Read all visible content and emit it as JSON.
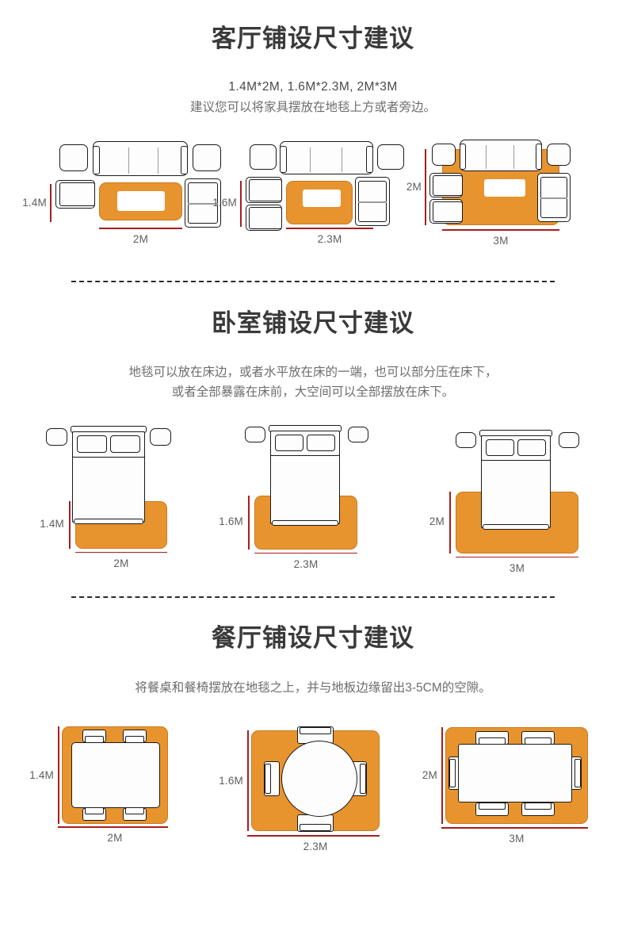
{
  "page": {
    "accent_rug_color": "#E8942E",
    "rug_border_color": "#C77A22",
    "dimension_line_color": "#A81D1D",
    "title_color": "#3a3a3a",
    "body_text_color": "#6d6d6d",
    "furniture_outline_color": "#1a1a1a"
  },
  "sections": [
    {
      "id": "living-room",
      "title": "客厅铺设尺寸建议",
      "subtitle_line1": "1.4M*2M, 1.6M*2.3M, 2M*3M",
      "subtitle_line2": "建议您可以将家具摆放在地毯上方或者旁边。",
      "diagrams": [
        {
          "height_label": "1.4M",
          "width_label": "2M",
          "layout": "rug-beside"
        },
        {
          "height_label": "1.6M",
          "width_label": "2.3M",
          "layout": "rug-beside-two-chairs"
        },
        {
          "height_label": "2M",
          "width_label": "3M",
          "layout": "rug-under-all"
        }
      ]
    },
    {
      "id": "bedroom",
      "title": "卧室铺设尺寸建议",
      "subtitle_line1": "地毯可以放在床边，或者水平放在床的一端，也可以部分压在床下，",
      "subtitle_line2": "或者全部暴露在床前，大空间可以全部摆放在床下。",
      "diagrams": [
        {
          "height_label": "1.4M",
          "width_label": "2M",
          "layout": "rug-foot-narrow"
        },
        {
          "height_label": "1.6M",
          "width_label": "2.3M",
          "layout": "rug-foot-medium"
        },
        {
          "height_label": "2M",
          "width_label": "3M",
          "layout": "rug-foot-wide"
        }
      ]
    },
    {
      "id": "dining-room",
      "title": "餐厅铺设尺寸建议",
      "subtitle_line1": "将餐桌和餐椅摆放在地毯之上，并与地板边缘留出3-5CM的空隙。",
      "subtitle_line2": "",
      "diagrams": [
        {
          "height_label": "1.4M",
          "width_label": "2M",
          "layout": "table-rect-4"
        },
        {
          "height_label": "1.6M",
          "width_label": "2.3M",
          "layout": "table-round-4"
        },
        {
          "height_label": "2M",
          "width_label": "3M",
          "layout": "table-rect-6"
        }
      ]
    }
  ]
}
